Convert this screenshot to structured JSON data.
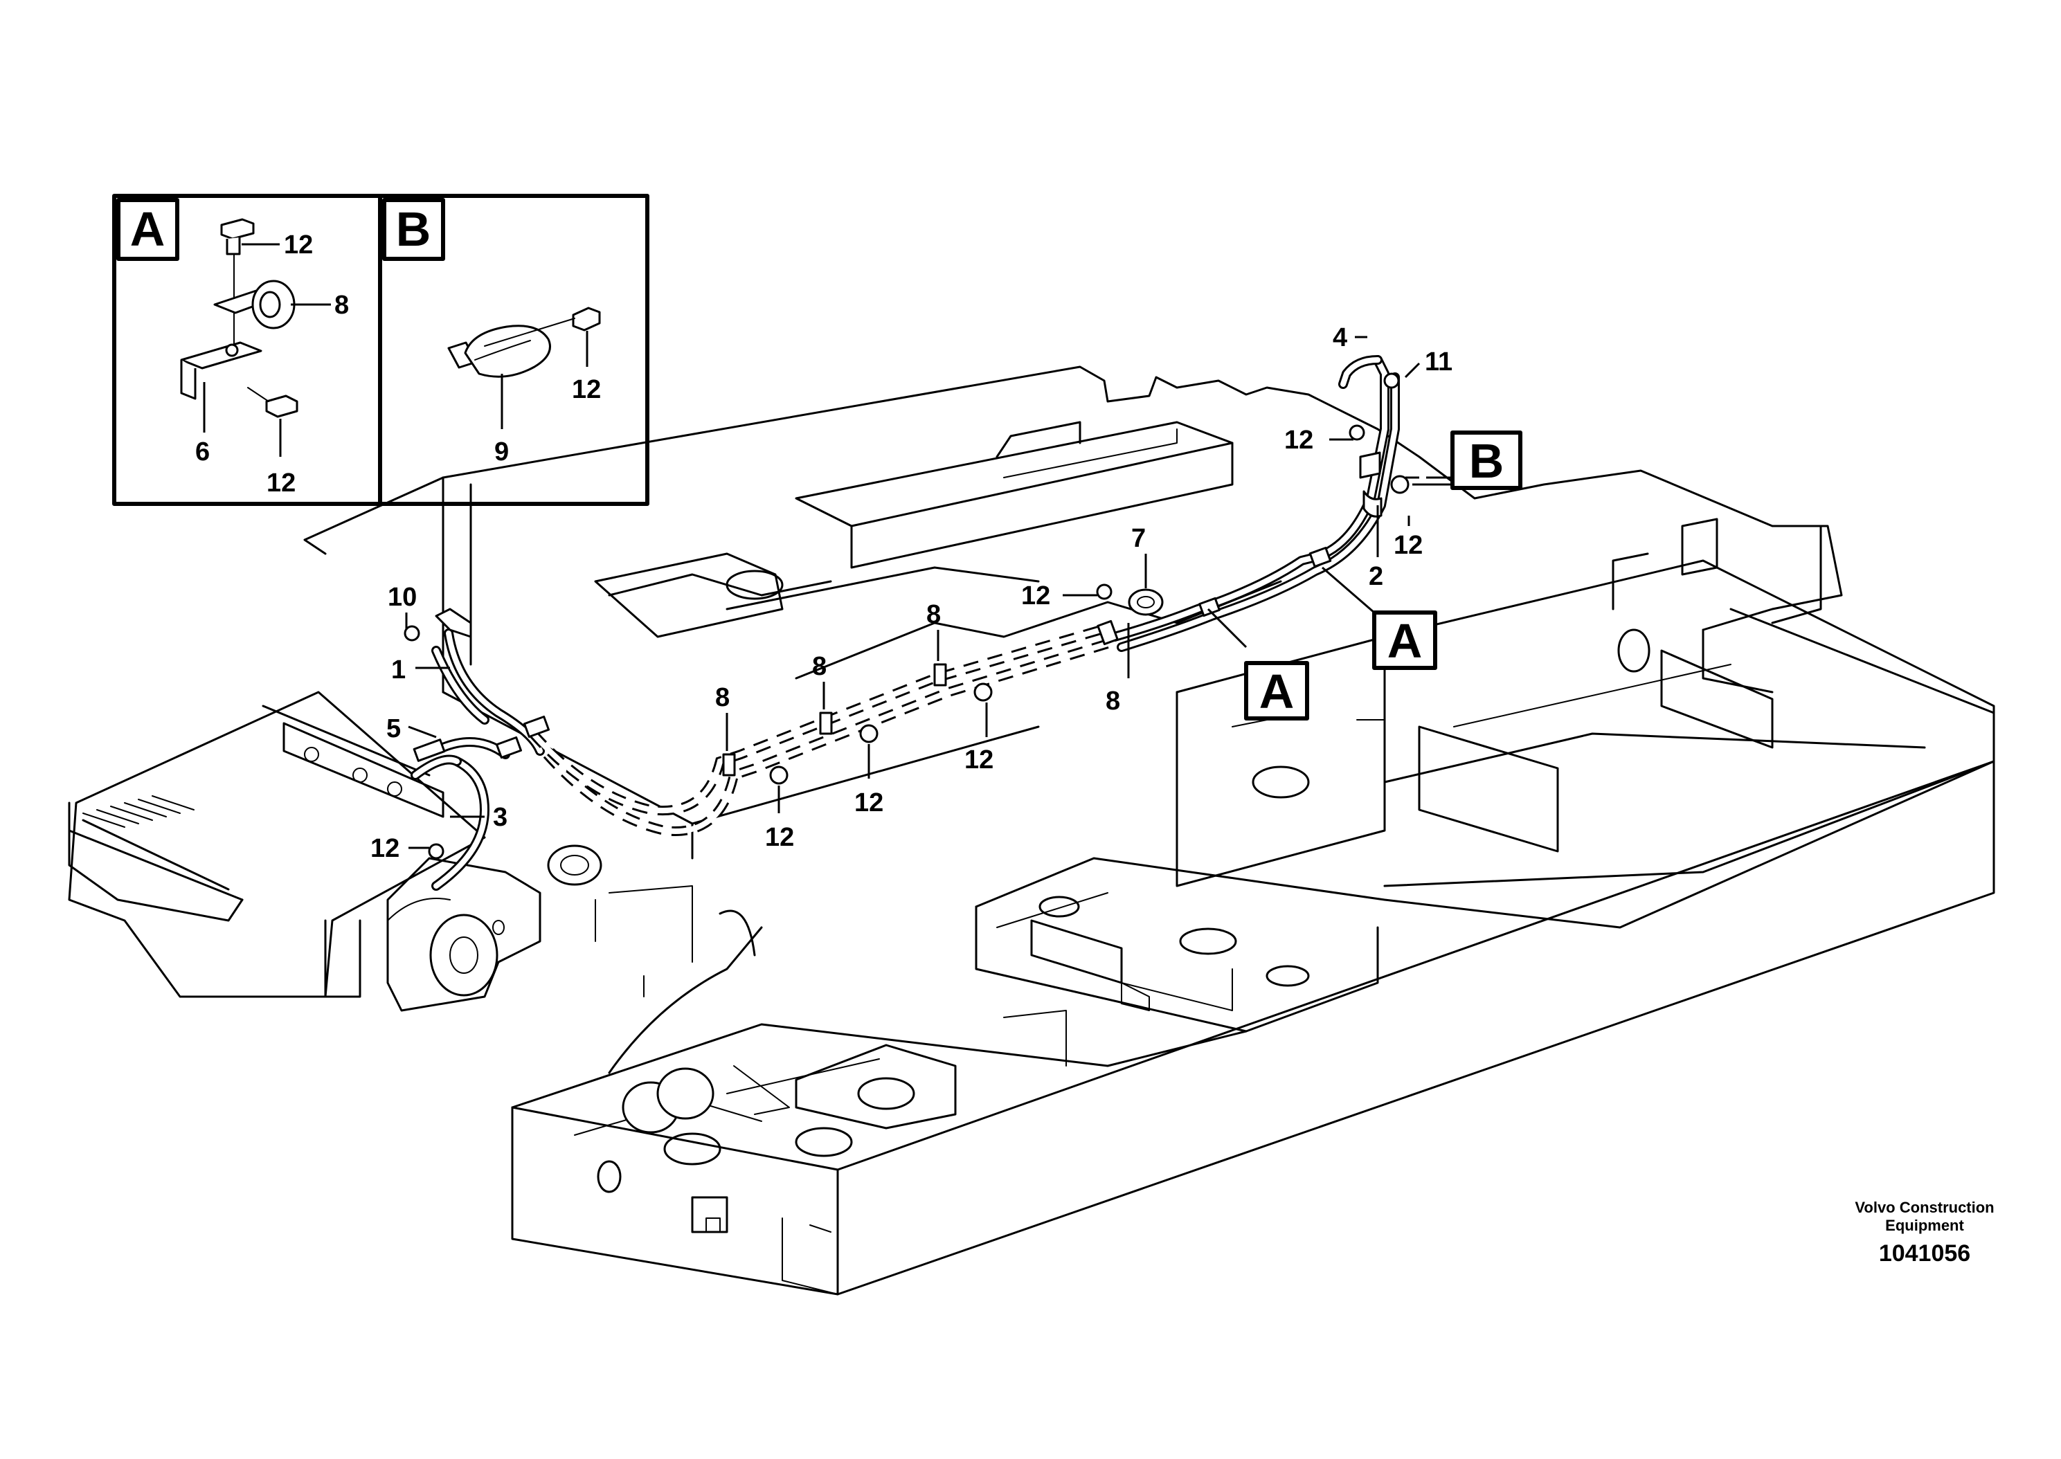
{
  "inset": {
    "panel_a_letter": "A",
    "panel_b_letter": "B",
    "panel_a_labels": [
      "12",
      "8",
      "6",
      "12"
    ],
    "panel_b_labels": [
      "12",
      "9"
    ]
  },
  "callouts": {
    "c1": "1",
    "c2": "2",
    "c3": "3",
    "c4": "4",
    "c5": "5",
    "c7": "7",
    "c8a": "8",
    "c8b": "8",
    "c8c": "8",
    "c8d": "8",
    "c10": "10",
    "c11": "11",
    "c12a": "12",
    "c12b": "12",
    "c12c": "12",
    "c12d": "12",
    "c12e": "12",
    "c12f": "12",
    "c12g": "12"
  },
  "markers": {
    "a1": "A",
    "a2": "A",
    "b1": "B"
  },
  "caption": {
    "line1": "Volvo Construction",
    "line2": "Equipment",
    "id": "1041056"
  }
}
